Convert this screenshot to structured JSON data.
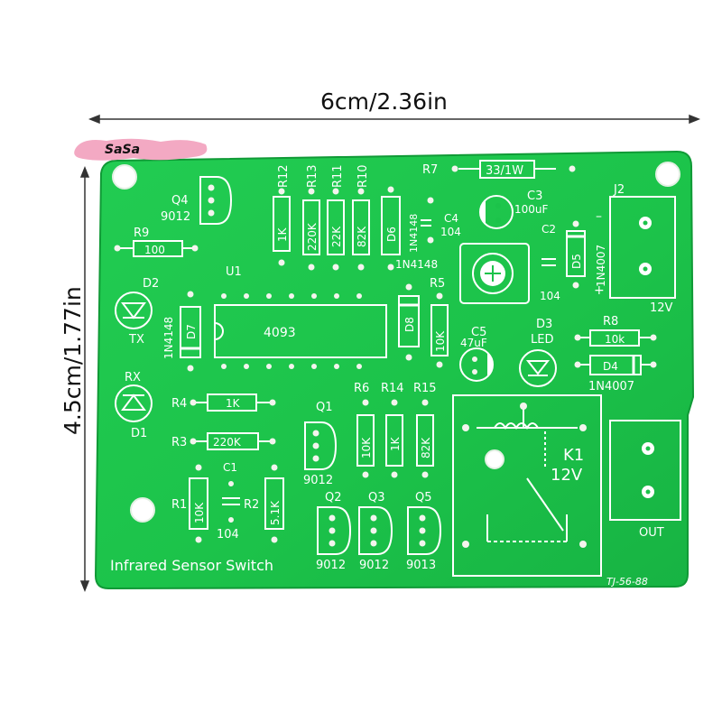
{
  "dimensions": {
    "width_label": "6cm/2.36in",
    "height_label": "4.5cm/1.77in"
  },
  "brand": "SaSa",
  "board": {
    "title": "Infrared Sensor Switch",
    "version_mark": "TJ-56-88",
    "colors": {
      "pcb": "#1cc34a",
      "pcb_edge": "#109a36",
      "silk": "#ffffff",
      "pad": "#f4f4ee"
    }
  },
  "labels": {
    "r12": "R12",
    "r13": "R13",
    "r11": "R11",
    "r10": "R10",
    "r7": "R7",
    "v1k": "1K",
    "v220k": "220K",
    "v22k": "22K",
    "v82k": "82K",
    "d6": "D6",
    "in4148a": "1N4148",
    "in4148b": "1N4148",
    "in4148c": "1N4148",
    "v33_1w": "33/1W",
    "c3": "C3",
    "v100uf": "100uF",
    "c4": "C4",
    "v104a": "104",
    "c2": "C2",
    "v104b": "104",
    "d5": "D5",
    "in4007a": "1N4007",
    "j2": "J2",
    "v12v_j2": "12V",
    "q4": "Q4",
    "v9012_q4": "9012",
    "r9": "R9",
    "v100": "100",
    "u1": "U1",
    "ic": "4093",
    "d2": "D2",
    "tx": "TX",
    "d7": "D7",
    "d8": "D8",
    "r5": "R5",
    "v10k_r5": "10K",
    "c5": "C5",
    "v47uf": "47uF",
    "d3": "D3",
    "led": "LED",
    "r8": "R8",
    "v10k_r8": "10k",
    "d4": "D4",
    "in4007b": "1N4007",
    "rx": "RX",
    "d1": "D1",
    "r4": "R4",
    "v1k_r4": "1K",
    "r3": "R3",
    "v220k_r3": "220K",
    "q1": "Q1",
    "v9012_q1": "9012",
    "r6": "R6",
    "r14": "R14",
    "r15": "R15",
    "v10k_r6": "10K",
    "v1k_r14": "1K",
    "v82k_r15": "82K",
    "k1": "K1",
    "v12v_k1": "12V",
    "c1": "C1",
    "v104c": "104",
    "r1": "R1",
    "v10k_r1": "10K",
    "r2": "R2",
    "v51k": "5.1K",
    "q2": "Q2",
    "q3": "Q3",
    "q5": "Q5",
    "v9012_q2": "9012",
    "v9012_q3": "9012",
    "v9013_q5": "9013",
    "out": "OUT"
  }
}
